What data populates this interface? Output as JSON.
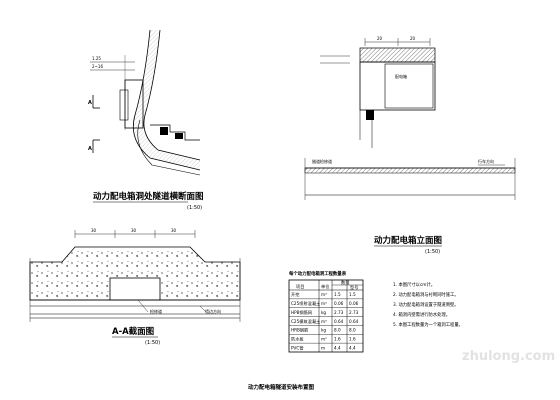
{
  "sheet_title": "动力配电箱隧道安装布置图",
  "views": {
    "tunnel_section": {
      "title": "动力配电箱洞处隧道横断面图",
      "scale": "(1:50)",
      "label": "A",
      "dims": [
        "1.25",
        "2~16"
      ]
    },
    "elevation": {
      "title": "动力配电箱立面图",
      "scale": "(1:50)",
      "dims": [
        "20",
        "20"
      ],
      "left_label": "隧道检修道",
      "right_label": "行车方向",
      "box_label": "配电箱"
    },
    "section_aa": {
      "title": "A-A截面图",
      "scale": "(1:50)",
      "dims": [
        "30",
        "30",
        "30"
      ],
      "left_label": "检修道",
      "right_label": "墙边方向"
    }
  },
  "quantity_table": {
    "title": "每个动力配电箱洞工程数量表",
    "headers": [
      "项目",
      "单位",
      "数量",
      "型号"
    ],
    "rows": [
      [
        "开挖",
        "m³",
        "1.5",
        "1.5"
      ],
      [
        "C25喷射混凝土",
        "m³",
        "0.06",
        "0.06"
      ],
      [
        "HPB钢筋网",
        "kg",
        "2.73",
        "2.73"
      ],
      [
        "C25模筑混凝土",
        "m³",
        "0.64",
        "0.64"
      ],
      [
        "HRB钢筋",
        "kg",
        "8.0",
        "8.0"
      ],
      [
        "防水板",
        "m²",
        "1.6",
        "1.6"
      ],
      [
        "PVC管",
        "m",
        "4.4",
        "4.4"
      ]
    ]
  },
  "notes": [
    "1. 本图尺寸以cm计。",
    "2. 动力配电箱洞与衬砌同时施工。",
    "3. 动力配电箱洞设置于隧道侧壁。",
    "4. 箱洞内壁需进行防水处理。",
    "5. 本图工程数量为一个箱洞工程量。"
  ],
  "watermark": "zhulong.com"
}
